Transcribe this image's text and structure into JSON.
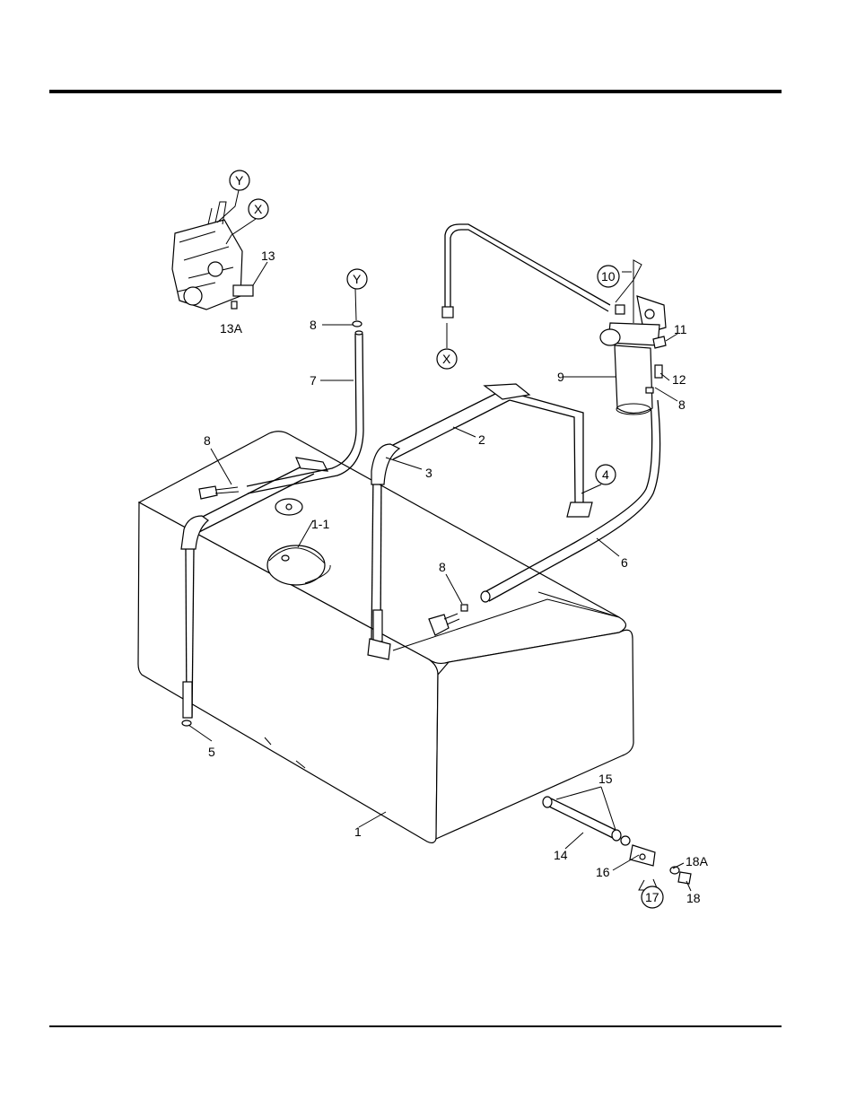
{
  "labels": {
    "p1": "1",
    "p1_1": "1-1",
    "p2": "2",
    "p3": "3",
    "p4": "4",
    "p5": "5",
    "p6": "6",
    "p7": "7",
    "p8a": "8",
    "p8b": "8",
    "p8c": "8",
    "p8d": "8",
    "p9": "9",
    "p10": "10",
    "p11": "11",
    "p12": "12",
    "p13": "13",
    "p13a": "13A",
    "p14": "14",
    "p15": "15",
    "p16": "16",
    "p17": "17",
    "p18": "18",
    "p18a": "18A",
    "x1": "X",
    "x2": "X",
    "y1": "Y",
    "y2": "Y"
  }
}
